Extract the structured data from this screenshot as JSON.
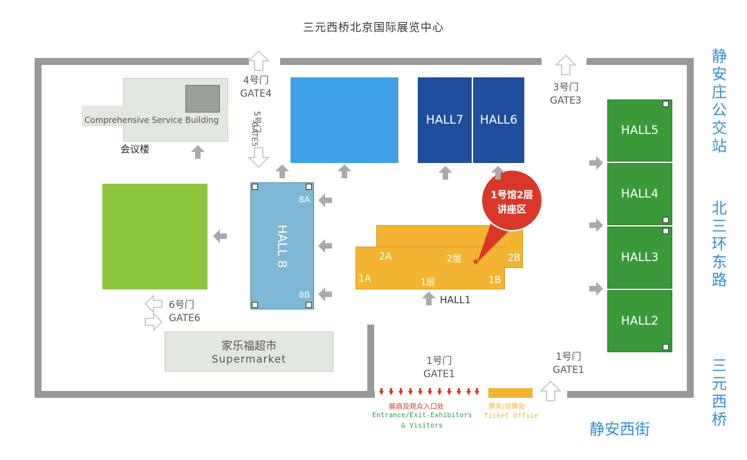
{
  "title": "三元西桥北京国际展览中心",
  "streets": {
    "right_top": "静安庄公交站",
    "right_mid": "北三环东路",
    "right_bottom": "三元西桥",
    "bottom": "静安西街"
  },
  "buildings": {
    "service_building": "Comprehensive Service Building",
    "meeting_building": "会议楼",
    "supermarket_cn": "家乐福超市",
    "supermarket_en": "Supermarket"
  },
  "halls": {
    "hall7": "HALL7",
    "hall6": "HALL6",
    "hall5": "HALL5",
    "hall4": "HALL4",
    "hall3": "HALL3",
    "hall2": "HALL2",
    "hall8": "HALL 8",
    "hall8_8a": "8A",
    "hall8_8b": "8B",
    "hall1": "HALL1",
    "hall1_2a": "2A",
    "hall1_2b": "2B",
    "hall1_2f": "2层",
    "hall1_1a": "1A",
    "hall1_1b": "1B",
    "hall1_1f": "1层"
  },
  "callout": {
    "line1": "1号馆2层",
    "line2": "讲座区"
  },
  "gates": {
    "gate4_cn": "4号门",
    "gate4_en": "GATE4",
    "gate5_cn": "5号门",
    "gate5_en": "GATE5",
    "gate3_cn": "3号门",
    "gate3_en": "GATE3",
    "gate6_cn": "6号门",
    "gate6_en": "GATE6",
    "gate1a_cn": "1号门",
    "gate1a_en": "GATE1",
    "gate1b_cn": "1号门",
    "gate1b_en": "GATE1"
  },
  "entrance": {
    "cn": "展商及观众入口处",
    "en1": "Entrance/Exit-Exhibitors",
    "en2": "& Visitors"
  },
  "ticket": {
    "cn": "票务/领票处",
    "en": "Ticket Office"
  },
  "colors": {
    "blue_hall": "#3fa2e8",
    "navy_hall": "#1f4e9c",
    "green_hall": "#3a9a3a",
    "lime_block": "#8cc43c",
    "light_blue_hall": "#7fb8d6",
    "yellow_hall": "#f2b431",
    "callout_red": "#d8372a",
    "street_text": "#2f8fd0"
  }
}
